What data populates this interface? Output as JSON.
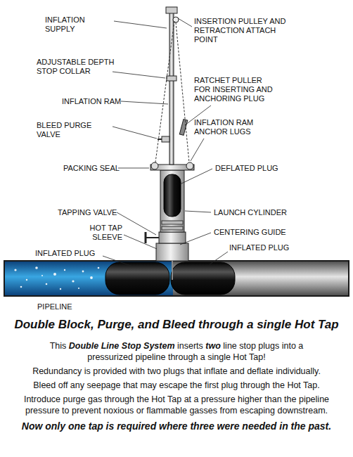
{
  "diagram": {
    "title": "Double Block, Purge, and Bleed through a single Hot Tap",
    "labels": [
      "INFLATION SUPPLY",
      "INSERTION PULLEY AND RETRACTION ATTACH POINT",
      "ADJUSTABLE DEPTH STOP COLLAR",
      "INFLATION RAM",
      "RATCHET PULLER FOR INSERTING AND ANCHORING PLUG",
      "BLEED PURGE VALVE",
      "INFLATION RAM ANCHOR LUGS",
      "PACKING SEAL",
      "DEFLATED PLUG",
      "TAPPING VALVE",
      "LAUNCH CYLINDER",
      "HOT TAP SLEEVE",
      "CENTERING GUIDE",
      "INFLATED PLUG",
      "INFLATED PLUG",
      "PIPELINE",
      "This",
      "Double Line Stop System",
      "inserts",
      "two",
      "line stop plugs into a pressurized pipeline through a single Hot Tap!",
      "Redundancy is provided with two plugs that inflate and deflate individually.",
      "Bleed off any seepage that may escape the first plug through the Hot Tap.",
      "Introduce purge gas through the Hot Tap at a pressure higher than the pipeline pressure to prevent noxious or flammable gasses from escaping downstream.",
      "Now only one tap is required where three were needed in the past."
    ]
  }
}
